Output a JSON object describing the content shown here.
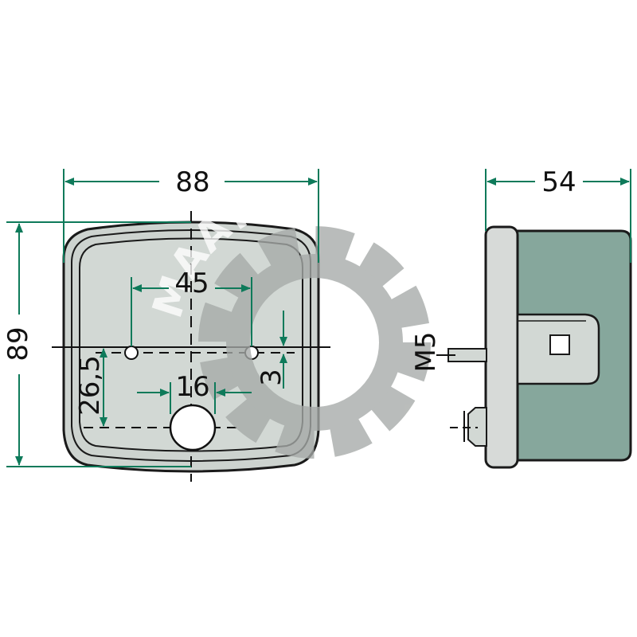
{
  "dimensions": {
    "width": "88",
    "height": "89",
    "depth": "54",
    "hole_spacing": "45",
    "hole_diameter": "16",
    "center_offset": "26,5",
    "vertical_offset": "3",
    "thread": "M5"
  },
  "watermark": {
    "text": "MAATILAN KONE"
  },
  "colors": {
    "dimension_line": "#0e7a5a",
    "body_outline": "#1a1a1a",
    "lens_gray": "#d2d8d4",
    "housing_green": "#86a79c",
    "bracket_gray": "#d7dad8"
  }
}
